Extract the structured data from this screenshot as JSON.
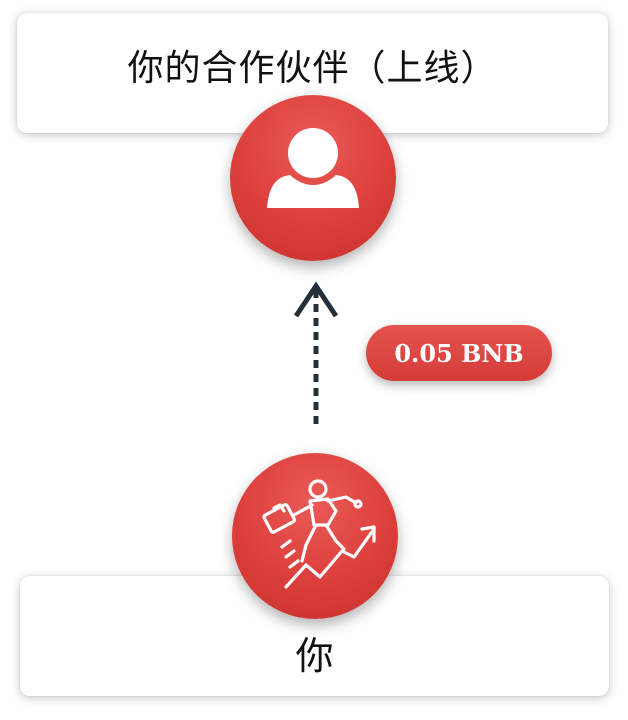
{
  "upline_card": {
    "label": "你的合作伙伴（上线）"
  },
  "you_card": {
    "label": "你"
  },
  "transfer": {
    "amount": "0.05 BNB"
  },
  "icons": {
    "upline": "user-icon",
    "you": "climbing-businessman-icon",
    "flow": "dashed-arrow-up-icon"
  },
  "colors": {
    "accent": "#dc3f3b",
    "arrow": "#23303a"
  }
}
